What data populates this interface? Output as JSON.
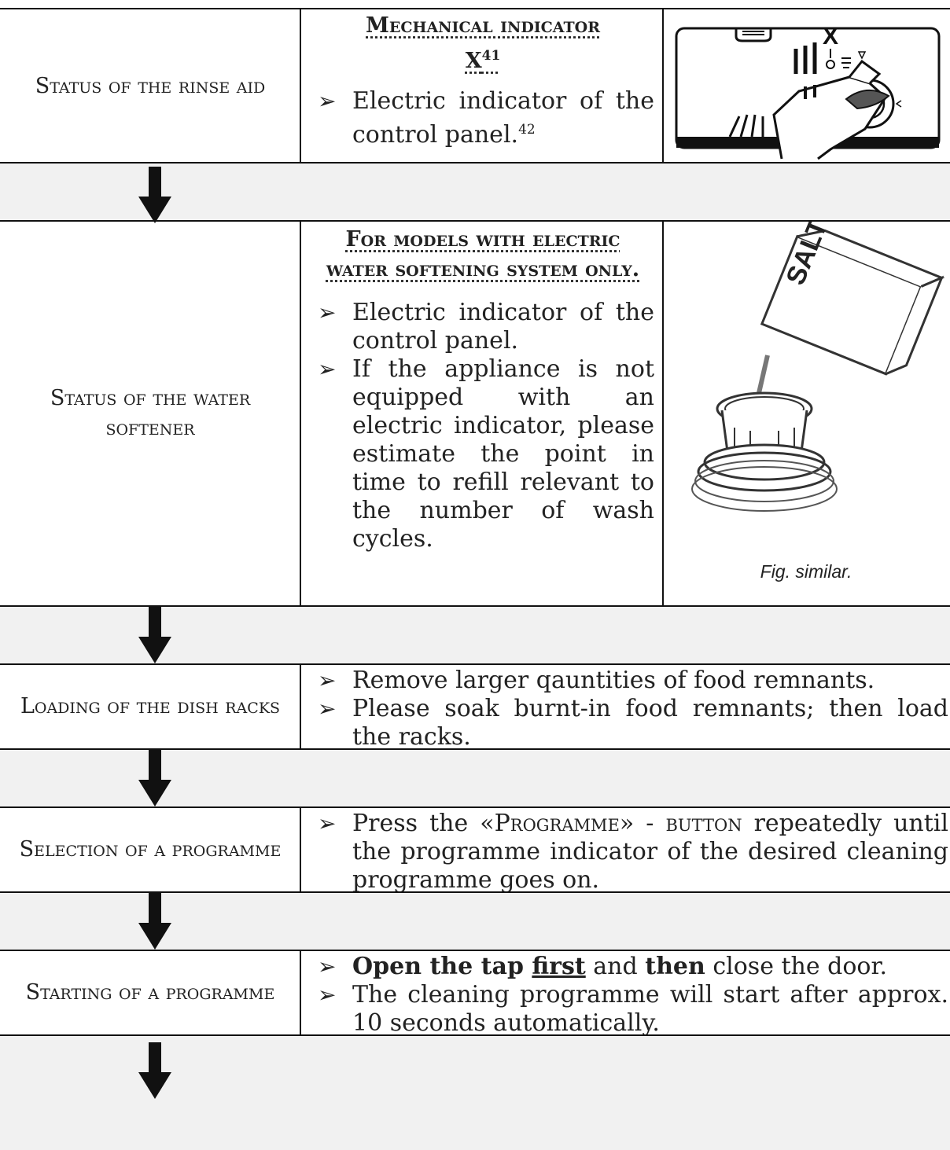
{
  "rows": {
    "rinse": {
      "label": "Status of the rinse aid",
      "heading": "Mechanical indicator X",
      "heading_sup": "41",
      "bullets": [
        {
          "text": "Electric indicator of the control panel.",
          "sup": "42"
        }
      ]
    },
    "softener": {
      "label": "Status of the water softener",
      "heading": "For models with electric water softening system only.",
      "bullets": [
        {
          "text": "Electric indicator of the control panel."
        },
        {
          "text": "If the appliance is not equipped with an electric indicator, please estimate the point in time to refill relevant to the number of wash cycles."
        }
      ],
      "salt_label": "SALT",
      "caption": "Fig. similar."
    },
    "loading": {
      "label": "Loading of the dish racks",
      "bullets": [
        {
          "text": "Remove larger qauntities of food remnants."
        },
        {
          "text": "Please soak burnt-in food remnants; then load the racks."
        }
      ]
    },
    "selection": {
      "label": "Selection of a programme",
      "bullet": {
        "pre": "Press the «",
        "button": "Programme",
        "mid": "» - ",
        "button_word": "button",
        "post": " repeatedly until the programme indicator of the desired cleaning programme goes on."
      }
    },
    "starting": {
      "label": "Starting of a programme",
      "bullet1": {
        "b1": "Open the tap ",
        "b2": "first",
        "t1": " and ",
        "b3": "then",
        "t2": " close the door."
      },
      "bullet2": "The cleaning programme will start after approx. 10 seconds automatically."
    }
  },
  "figures": {
    "rinse_marker": "X"
  },
  "icons": {
    "flow_arrow": "down-arrow-icon",
    "bullet": "arrow-bullet-icon"
  }
}
